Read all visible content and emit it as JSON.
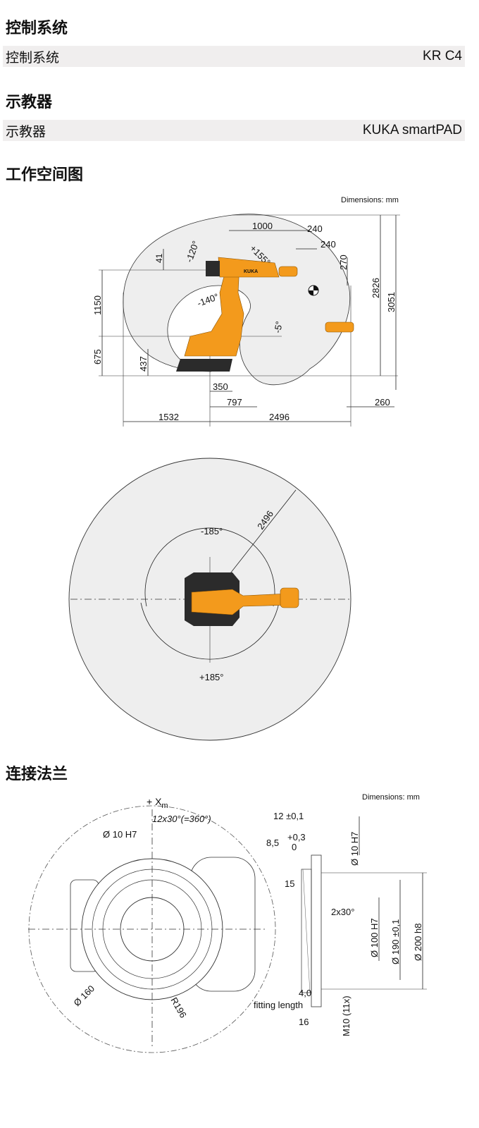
{
  "sections": {
    "control": {
      "title": "控制系统",
      "label": "控制系统",
      "value": "KR C4"
    },
    "teach": {
      "title": "示教器",
      "label": "示教器",
      "value": "KUKA smartPAD"
    },
    "workspace": {
      "title": "工作空间图"
    },
    "flange": {
      "title": "连接法兰"
    }
  },
  "side_view": {
    "units": "Dimensions: mm",
    "dims": {
      "d1000": "1000",
      "d240a": "240",
      "d240b": "240",
      "d270": "270",
      "d2826": "2826",
      "d3051": "3051",
      "d1150": "1150",
      "d675": "675",
      "d437": "437",
      "d41": "41",
      "d350": "350",
      "d797": "797",
      "d260": "260",
      "d1532": "1532",
      "d2496": "2496"
    },
    "angles": {
      "a_m120": "-120°",
      "a_p155": "+155°",
      "a_m140": "-140°",
      "a_m5": "-5°"
    },
    "robot_logo": "KUKA"
  },
  "top_view": {
    "radius": "2496",
    "angle_neg": "-185°",
    "angle_pos": "+185°"
  },
  "flange": {
    "units": "Dimensions: mm",
    "xm_label": "+ X",
    "xm_sub": "m",
    "pattern": "12x30°(=360°)",
    "d10h7": "Ø 10 H7",
    "d160": "Ø 160",
    "r196": "R196",
    "d12": "12 ±0,1",
    "d85": "8,5",
    "tol": "+0,3",
    "tol0": "0",
    "d10h7v": "Ø 10 H7",
    "d15": "15",
    "chamfer": "2x30°",
    "d100": "Ø 100 H7",
    "d190": "Ø 190 ±0,1",
    "d200": "Ø 200 h8",
    "d40": "4,0",
    "fitting": "fitting length",
    "d16": "16",
    "m10": "M10 (11x)"
  },
  "colors": {
    "robot_orange": "#f39a1c",
    "workspace_fill": "#eeeeee",
    "dark": "#2b2b2b"
  }
}
